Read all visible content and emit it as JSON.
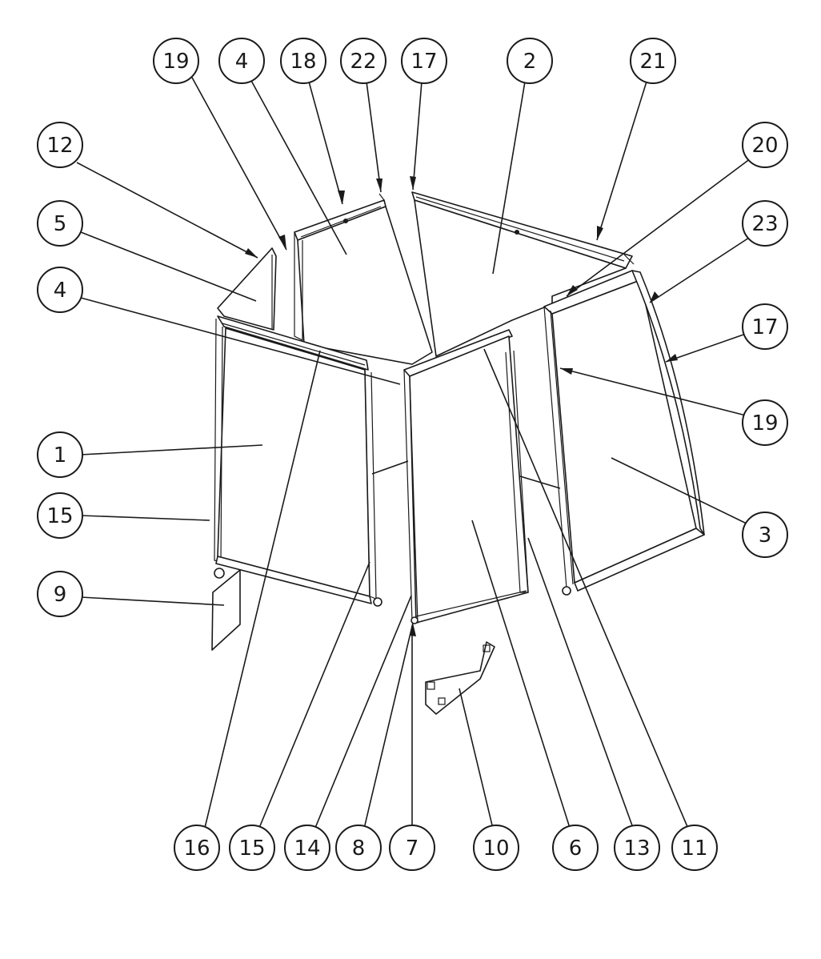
{
  "diagram": {
    "balloons": [
      {
        "id": "b1",
        "label": "19"
      },
      {
        "id": "b2",
        "label": "4"
      },
      {
        "id": "b3",
        "label": "18"
      },
      {
        "id": "b4",
        "label": "22"
      },
      {
        "id": "b5",
        "label": "17"
      },
      {
        "id": "b6",
        "label": "2"
      },
      {
        "id": "b7",
        "label": "21"
      },
      {
        "id": "b8",
        "label": "12"
      },
      {
        "id": "b9",
        "label": "20"
      },
      {
        "id": "b10",
        "label": "5"
      },
      {
        "id": "b11",
        "label": "23"
      },
      {
        "id": "b12",
        "label": "4"
      },
      {
        "id": "b13",
        "label": "17"
      },
      {
        "id": "b14",
        "label": "19"
      },
      {
        "id": "b15",
        "label": "1"
      },
      {
        "id": "b16",
        "label": "3"
      },
      {
        "id": "b17",
        "label": "15"
      },
      {
        "id": "b18",
        "label": "9"
      },
      {
        "id": "b19",
        "label": "16"
      },
      {
        "id": "b20",
        "label": "15"
      },
      {
        "id": "b21",
        "label": "14"
      },
      {
        "id": "b22",
        "label": "8"
      },
      {
        "id": "b23",
        "label": "7"
      },
      {
        "id": "b24",
        "label": "10"
      },
      {
        "id": "b25",
        "label": "6"
      },
      {
        "id": "b26",
        "label": "13"
      },
      {
        "id": "b27",
        "label": "11"
      }
    ]
  }
}
